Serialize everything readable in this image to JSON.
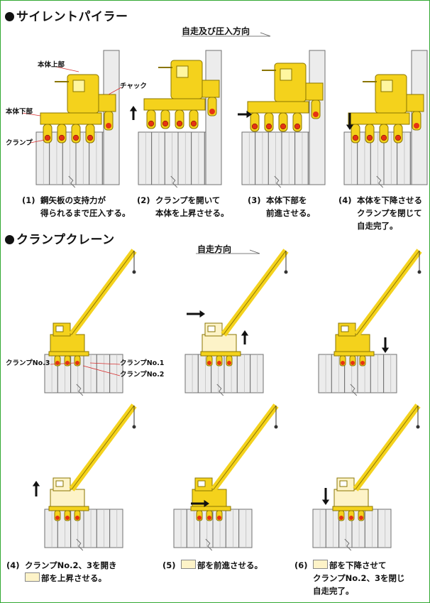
{
  "colors": {
    "machine": "#f4d21c",
    "machine_stroke": "#8a7500",
    "clamp_red": "#e53312",
    "pile_fill": "#ececec",
    "pile_stroke": "#707070",
    "retracted": "#fdf3c8",
    "frame": "#33a833",
    "leader_line": "#d83030"
  },
  "section1": {
    "title": "サイレントパイラー",
    "direction_label": "自走及び圧入方向",
    "labels": {
      "upper_body": "本体上部",
      "lower_body": "本体下部",
      "chuck": "チャック",
      "clamp": "クランプ"
    },
    "steps": [
      {
        "num": "(1)",
        "lines": [
          "鋼矢板の支持力が",
          "得られるまで圧入する。"
        ]
      },
      {
        "num": "(2)",
        "lines": [
          "クランプを開いて",
          "本体を上昇させる。"
        ]
      },
      {
        "num": "(3)",
        "lines": [
          "本体下部を",
          "前進させる。"
        ]
      },
      {
        "num": "(4)",
        "lines": [
          "本体を下降させる",
          "クランプを閉じて",
          "自走完了。"
        ]
      }
    ]
  },
  "section2": {
    "title": "クランプクレーン",
    "direction_label": "自走方向",
    "labels": {
      "clamp_no3": "クランプNo.3",
      "clamp_no1": "クランプNo.1",
      "clamp_no2": "クランプNo.2"
    },
    "steps": [
      {
        "num": "(4)",
        "line1": "クランプNo.2、3を開き",
        "line2_suffix": "部を上昇させる。"
      },
      {
        "num": "(5)",
        "line1_suffix": "部を前進させる。"
      },
      {
        "num": "(6)",
        "line1_suffix": "部を下降させて",
        "line2": "クランプNo.2、3を閉じ",
        "line3": "自走完了。"
      }
    ]
  }
}
